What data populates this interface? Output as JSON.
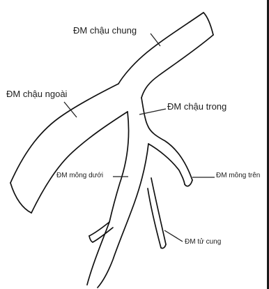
{
  "labels": {
    "common_iliac": "ĐM chậu chung",
    "external_iliac": "ĐM chậu ngoài",
    "internal_iliac": "ĐM chậu trong",
    "inferior_gluteal": "ĐM mông dưới",
    "superior_gluteal": "ĐM mông trên",
    "uterine": "ĐM tử cung"
  },
  "colors": {
    "line": "#111111",
    "text": "#1c1c1c",
    "background": "#ffffff"
  }
}
